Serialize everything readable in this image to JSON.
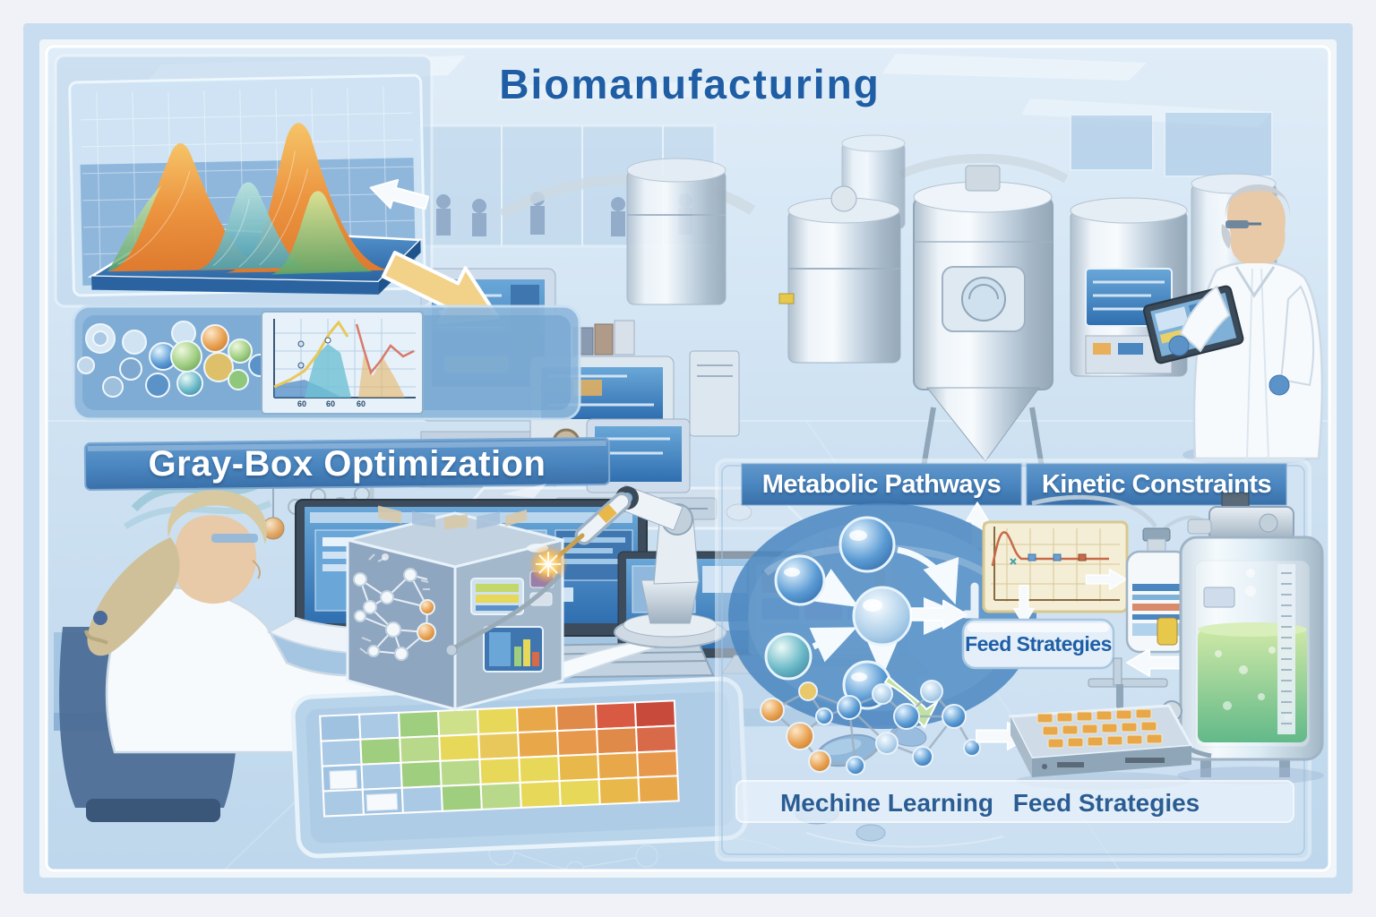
{
  "title": "Biomanufacturing",
  "colors": {
    "title_blue": "#1f5ea5",
    "banner_blue": "#4a86c0",
    "label_blue": "#2a5d94",
    "accent_orange": "#e8833a",
    "accent_green": "#8fc87a",
    "accent_yellow": "#f2d289",
    "background_blue": "#cfe2f2"
  },
  "top_section": {
    "surface_plot": "response-surface-3d-plot",
    "mini_chart": {
      "x_ticks": [
        "60",
        "60",
        "60"
      ]
    }
  },
  "gray_box_panel": {
    "banner": "Gray-Box Optimization"
  },
  "right_panel": {
    "header_metabolic": "Metabolic Pathways",
    "header_kinetic": "Kinetic Constraints",
    "feed_strategies_box": "Feed Strategies",
    "label_machine_learning": "Mechine Learning",
    "label_feed_strategies": "Feed Strategies"
  }
}
